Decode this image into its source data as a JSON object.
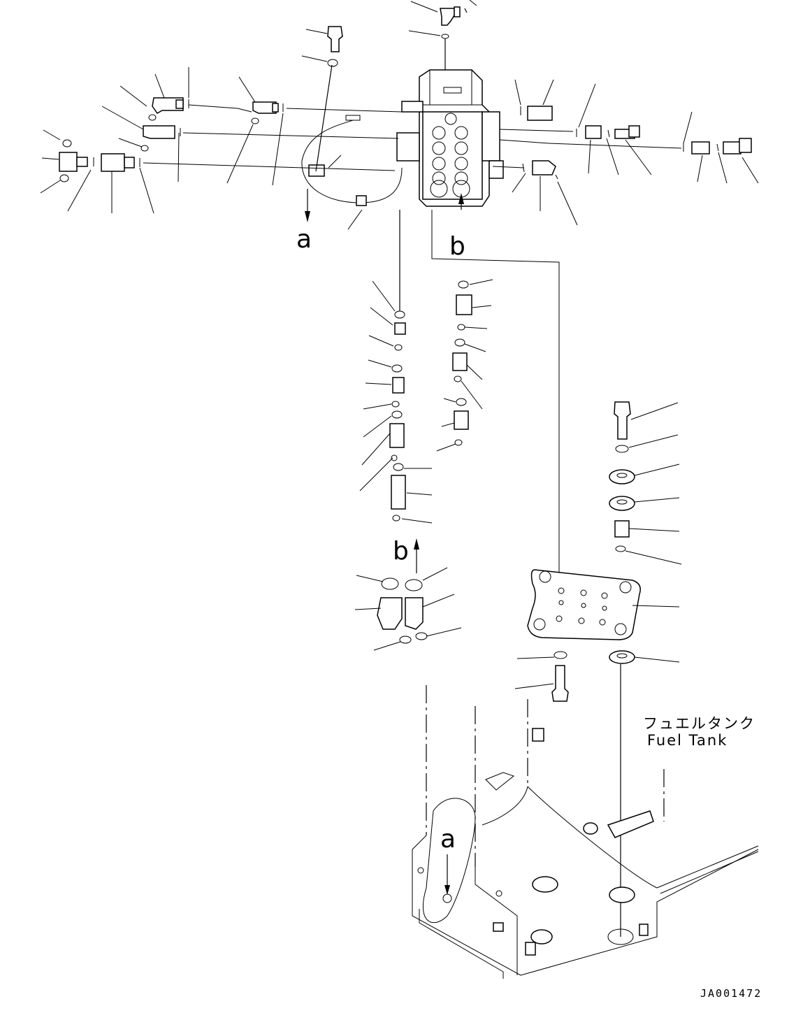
{
  "labels": {
    "ref_a": "a",
    "ref_b": "b",
    "fuel_tank_jp": "フュエルタンク",
    "fuel_tank_en": "Fuel Tank",
    "drawing_code": "JA001472"
  },
  "colors": {
    "line": "#000000",
    "background": "#ffffff"
  }
}
